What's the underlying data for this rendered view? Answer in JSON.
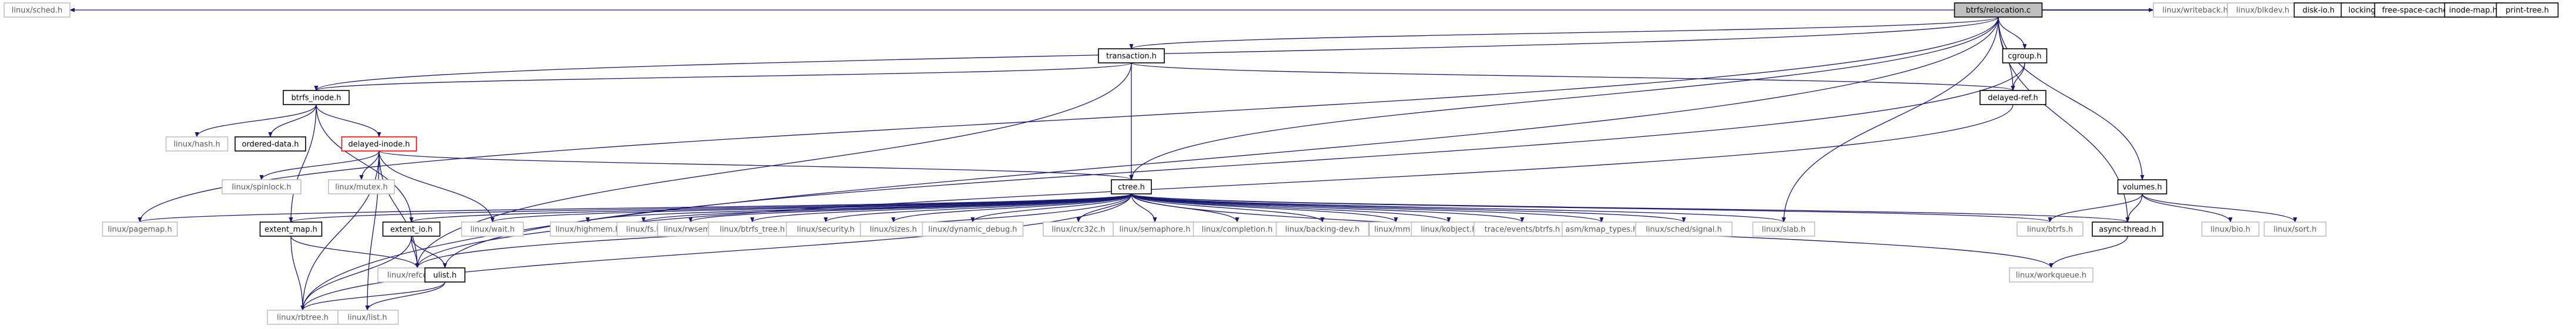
{
  "graph": {
    "colors": {
      "edge": "#191970",
      "node_border_local": "#000000",
      "node_border_system": "#bfbfbf",
      "node_border_truncated": "#ff0000",
      "node_fill": "#ffffff",
      "root_fill": "#bfbfbf",
      "label_local": "#000000",
      "label_system": "#5a5a5a"
    },
    "nodes": [
      {
        "id": "relocation",
        "label": "btrfs/relocation.c",
        "kind": "root"
      },
      {
        "id": "sched",
        "label": "linux/sched.h",
        "kind": "system"
      },
      {
        "id": "transaction",
        "label": "transaction.h",
        "kind": "local"
      },
      {
        "id": "cgroup",
        "label": "cgroup.h",
        "kind": "local"
      },
      {
        "id": "writeback",
        "label": "linux/writeback.h",
        "kind": "system"
      },
      {
        "id": "blkdev",
        "label": "linux/blkdev.h",
        "kind": "system"
      },
      {
        "id": "diskio",
        "label": "disk-io.h",
        "kind": "local"
      },
      {
        "id": "locking",
        "label": "locking.h",
        "kind": "local"
      },
      {
        "id": "freespace",
        "label": "free-space-cache.h",
        "kind": "local"
      },
      {
        "id": "inodemap",
        "label": "inode-map.h",
        "kind": "local"
      },
      {
        "id": "printtree",
        "label": "print-tree.h",
        "kind": "local"
      },
      {
        "id": "btrfsinode",
        "label": "btrfs_inode.h",
        "kind": "local"
      },
      {
        "id": "delayedref",
        "label": "delayed-ref.h",
        "kind": "local"
      },
      {
        "id": "hash",
        "label": "linux/hash.h",
        "kind": "system"
      },
      {
        "id": "ordered",
        "label": "ordered-data.h",
        "kind": "local"
      },
      {
        "id": "delayedinode",
        "label": "delayed-inode.h",
        "kind": "truncated"
      },
      {
        "id": "list",
        "label": "linux/list.h",
        "kind": "system"
      },
      {
        "id": "spinlock",
        "label": "linux/spinlock.h",
        "kind": "system"
      },
      {
        "id": "mutex",
        "label": "linux/mutex.h",
        "kind": "system"
      },
      {
        "id": "ctree",
        "label": "ctree.h",
        "kind": "local"
      },
      {
        "id": "volumes",
        "label": "volumes.h",
        "kind": "local"
      },
      {
        "id": "pagemap",
        "label": "linux/pagemap.h",
        "kind": "system"
      },
      {
        "id": "extentmap",
        "label": "extent_map.h",
        "kind": "local"
      },
      {
        "id": "extentio",
        "label": "extent_io.h",
        "kind": "local"
      },
      {
        "id": "wait",
        "label": "linux/wait.h",
        "kind": "system"
      },
      {
        "id": "highmem",
        "label": "linux/highmem.h",
        "kind": "system"
      },
      {
        "id": "fs",
        "label": "linux/fs.h",
        "kind": "system"
      },
      {
        "id": "rwsem",
        "label": "linux/rwsem.h",
        "kind": "system"
      },
      {
        "id": "btrfstree",
        "label": "linux/btrfs_tree.h",
        "kind": "system"
      },
      {
        "id": "security",
        "label": "linux/security.h",
        "kind": "system"
      },
      {
        "id": "sizes",
        "label": "linux/sizes.h",
        "kind": "system"
      },
      {
        "id": "dyndebug",
        "label": "linux/dynamic_debug.h",
        "kind": "system"
      },
      {
        "id": "crc32c",
        "label": "linux/crc32c.h",
        "kind": "system"
      },
      {
        "id": "semaphore",
        "label": "linux/semaphore.h",
        "kind": "system"
      },
      {
        "id": "completion",
        "label": "linux/completion.h",
        "kind": "system"
      },
      {
        "id": "backingdev",
        "label": "linux/backing-dev.h",
        "kind": "system"
      },
      {
        "id": "mm",
        "label": "linux/mm.h",
        "kind": "system"
      },
      {
        "id": "kobject",
        "label": "linux/kobject.h",
        "kind": "system"
      },
      {
        "id": "tracebtrfs",
        "label": "trace/events/btrfs.h",
        "kind": "system"
      },
      {
        "id": "kmaptypes",
        "label": "asm/kmap_types.h",
        "kind": "system"
      },
      {
        "id": "schedsignal",
        "label": "linux/sched/signal.h",
        "kind": "system"
      },
      {
        "id": "slab",
        "label": "linux/slab.h",
        "kind": "system"
      },
      {
        "id": "linuxbtrfs",
        "label": "linux/btrfs.h",
        "kind": "system"
      },
      {
        "id": "asyncthread",
        "label": "async-thread.h",
        "kind": "local"
      },
      {
        "id": "bio",
        "label": "linux/bio.h",
        "kind": "system"
      },
      {
        "id": "sort",
        "label": "linux/sort.h",
        "kind": "system"
      },
      {
        "id": "refcount",
        "label": "linux/refcount.h",
        "kind": "system"
      },
      {
        "id": "ulist",
        "label": "ulist.h",
        "kind": "local"
      },
      {
        "id": "workqueue",
        "label": "linux/workqueue.h",
        "kind": "system"
      },
      {
        "id": "rbtree",
        "label": "linux/rbtree.h",
        "kind": "system"
      }
    ],
    "edges": [
      [
        "relocation",
        "sched"
      ],
      [
        "relocation",
        "pagemap"
      ],
      [
        "relocation",
        "writeback"
      ],
      [
        "relocation",
        "blkdev"
      ],
      [
        "relocation",
        "rbtree"
      ],
      [
        "relocation",
        "slab"
      ],
      [
        "relocation",
        "ctree"
      ],
      [
        "relocation",
        "diskio"
      ],
      [
        "relocation",
        "transaction"
      ],
      [
        "relocation",
        "volumes"
      ],
      [
        "relocation",
        "locking"
      ],
      [
        "relocation",
        "btrfsinode"
      ],
      [
        "relocation",
        "asyncthread"
      ],
      [
        "relocation",
        "freespace"
      ],
      [
        "relocation",
        "inodemap"
      ],
      [
        "relocation",
        "printtree"
      ],
      [
        "relocation",
        "delayedref"
      ],
      [
        "relocation",
        "cgroup"
      ],
      [
        "transaction",
        "refcount"
      ],
      [
        "transaction",
        "btrfsinode"
      ],
      [
        "transaction",
        "delayedref"
      ],
      [
        "transaction",
        "ctree"
      ],
      [
        "cgroup",
        "delayedref"
      ],
      [
        "cgroup",
        "ulist"
      ],
      [
        "delayedref",
        "refcount"
      ],
      [
        "btrfsinode",
        "hash"
      ],
      [
        "btrfsinode",
        "extentmap"
      ],
      [
        "btrfsinode",
        "extentio"
      ],
      [
        "btrfsinode",
        "ordered"
      ],
      [
        "btrfsinode",
        "delayedinode"
      ],
      [
        "delayedinode",
        "rbtree"
      ],
      [
        "delayedinode",
        "spinlock"
      ],
      [
        "delayedinode",
        "mutex"
      ],
      [
        "delayedinode",
        "list"
      ],
      [
        "delayedinode",
        "wait"
      ],
      [
        "delayedinode",
        "refcount"
      ],
      [
        "delayedinode",
        "ctree"
      ],
      [
        "ctree",
        "pagemap"
      ],
      [
        "ctree",
        "extentmap"
      ],
      [
        "ctree",
        "extentio"
      ],
      [
        "ctree",
        "wait"
      ],
      [
        "ctree",
        "highmem"
      ],
      [
        "ctree",
        "fs"
      ],
      [
        "ctree",
        "rwsem"
      ],
      [
        "ctree",
        "btrfstree"
      ],
      [
        "ctree",
        "security"
      ],
      [
        "ctree",
        "sizes"
      ],
      [
        "ctree",
        "dyndebug"
      ],
      [
        "ctree",
        "crc32c"
      ],
      [
        "ctree",
        "semaphore"
      ],
      [
        "ctree",
        "completion"
      ],
      [
        "ctree",
        "backingdev"
      ],
      [
        "ctree",
        "mm"
      ],
      [
        "ctree",
        "kobject"
      ],
      [
        "ctree",
        "tracebtrfs"
      ],
      [
        "ctree",
        "kmaptypes"
      ],
      [
        "ctree",
        "schedsignal"
      ],
      [
        "ctree",
        "slab"
      ],
      [
        "ctree",
        "linuxbtrfs"
      ],
      [
        "ctree",
        "asyncthread"
      ],
      [
        "ctree",
        "refcount"
      ],
      [
        "ctree",
        "workqueue"
      ],
      [
        "ctree",
        "rbtree"
      ],
      [
        "volumes",
        "bio"
      ],
      [
        "volumes",
        "sort"
      ],
      [
        "volumes",
        "linuxbtrfs"
      ],
      [
        "volumes",
        "asyncthread"
      ],
      [
        "asyncthread",
        "workqueue"
      ],
      [
        "extentmap",
        "rbtree"
      ],
      [
        "extentmap",
        "refcount"
      ],
      [
        "extentio",
        "rbtree"
      ],
      [
        "extentio",
        "refcount"
      ],
      [
        "extentio",
        "ulist"
      ],
      [
        "ulist",
        "list"
      ],
      [
        "ulist",
        "rbtree"
      ]
    ]
  }
}
